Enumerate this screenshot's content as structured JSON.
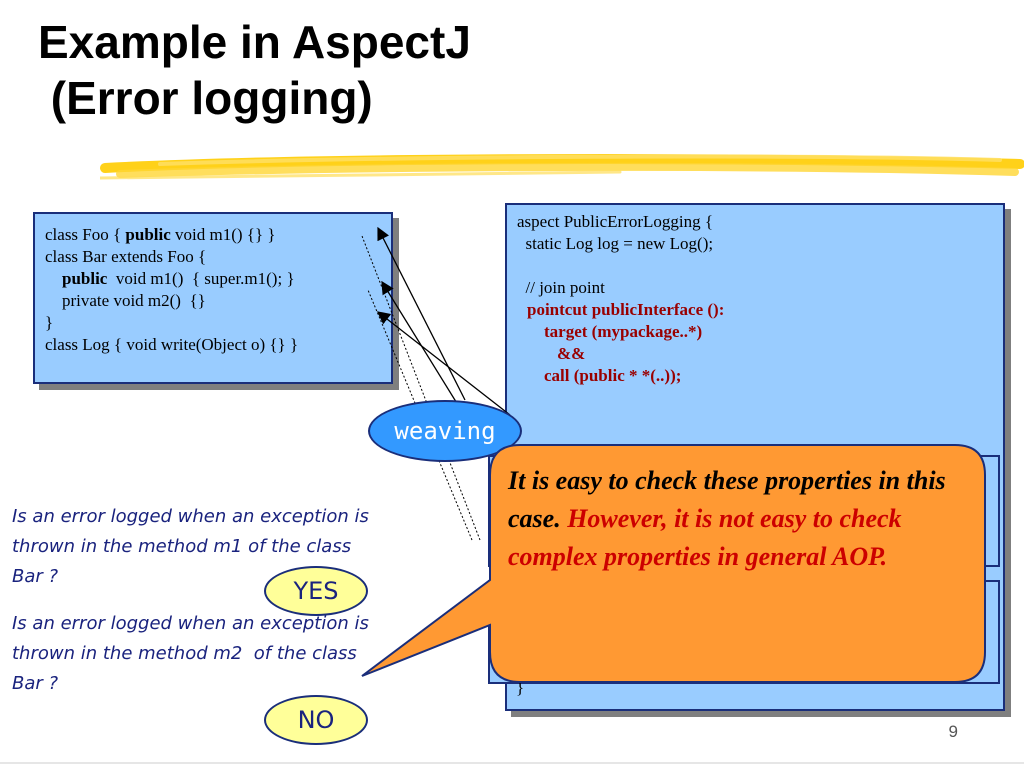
{
  "slide": {
    "title_line1": "Example in AspectJ",
    "title_line2": " (Error logging)",
    "page_number": "9"
  },
  "code_left": {
    "line1_pre": "class Foo { ",
    "line1_kw": "public",
    "line1_post": " void m1() {} }",
    "line2": "class Bar extends Foo {",
    "line3_kw": "public",
    "line3_post": "  void m1()  { super.m1(); }",
    "line4": "    private void m2()  {}",
    "line5": "}",
    "line6": "class Log { void write(Object o) {} }"
  },
  "code_aspect": {
    "line1": "aspect PublicErrorLogging {",
    "line2": "  static Log log = new Log();",
    "line3": "  // join point",
    "line4": "pointcut publicInterface ():",
    "line5": "target (mypackage..*)",
    "line6": "&&",
    "line7": "call (public * *(..));",
    "closing": "}"
  },
  "labels": {
    "weaving": "weaving",
    "yes": "YES",
    "no": "NO"
  },
  "questions": {
    "q1": "Is an error logged when an exception is\nthrown in the method m1 of the class\nBar ?",
    "q2": "Is an error logged when an exception is\nthrown in the method m2  of the class\nBar ?"
  },
  "callout": {
    "text_plain": "It is easy to check these properties in this case. ",
    "text_emphasis": "However, it is not easy to check complex properties in general AOP."
  },
  "colors": {
    "code_box": "#99ccff",
    "box_border": "#1a2e7a",
    "keyword_red": "#990000",
    "callout_fill": "#ff9933",
    "callout_emphasis": "#cc0000",
    "highlighter": "#ffcc00",
    "question_text": "#1a237e",
    "pill_fill": "#ffff99",
    "weaving_fill": "#3399ff"
  }
}
